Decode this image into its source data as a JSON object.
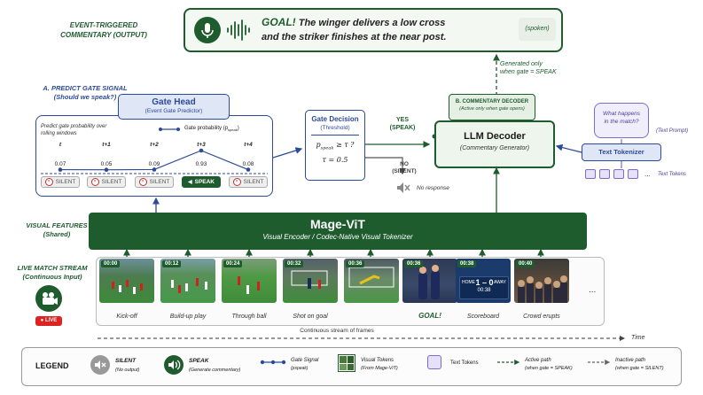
{
  "output_section": {
    "title_line1": "EVENT-TRIGGERED",
    "title_line2": "COMMENTARY (OUTPUT)",
    "goal_word": "GOAL!",
    "commentary_line1": "The winger delivers a low cross",
    "commentary_line2": "and the striker finishes at the near post.",
    "spoken_tag": "(spoken)",
    "generated_note_line1": "Generated only",
    "generated_note_line2": "when gate = SPEAK"
  },
  "gate_section": {
    "title_line1": "A. PREDICT GATE SIGNAL",
    "title_line2": "(Should we speak?)",
    "head_title": "Gate Head",
    "head_subtitle": "(Event Gate Predictor)",
    "predict_note_line1": "Predict gate probability over",
    "predict_note_line2": "rolling windows",
    "legend_label": "Gate probability (p",
    "legend_sub": "speak",
    "steps": [
      {
        "t": "t",
        "p": "0.07",
        "state": "SILENT"
      },
      {
        "t": "t+1",
        "p": "0.05",
        "state": "SILENT"
      },
      {
        "t": "t+2",
        "p": "0.09",
        "state": "SILENT"
      },
      {
        "t": "t+3",
        "p": "0.93",
        "state": "SPEAK"
      },
      {
        "t": "t+4",
        "p": "0.08",
        "state": "SILENT"
      }
    ]
  },
  "decision": {
    "title": "Gate Decision",
    "subtitle": "(Threshold)",
    "formula": "p",
    "formula_sub": "speak",
    "formula_rest": " ≥ τ ?",
    "tau": "τ = 0.5",
    "yes_line1": "YES",
    "yes_line2": "(SPEAK)",
    "no_line1": "NO",
    "no_line2": "(SILENT)",
    "no_response": "No response"
  },
  "decoder": {
    "section_title": "B. COMMENTARY DECODER",
    "section_subtitle": "(Active only when gate opens)",
    "title": "LLM Decoder",
    "subtitle": "(Commentary Generator)"
  },
  "text_prompt": {
    "bubble_line1": "What happens",
    "bubble_line2": "in the match?",
    "prompt_label": "(Text Prompt)",
    "tokenizer": "Text Tokenizer",
    "ellipsis": "...",
    "tokens_label": "Text Tokens"
  },
  "encoder": {
    "title": "Mage-ViT",
    "subtitle": "Visual Encoder / Codec-Native Visual Tokenizer",
    "features_line1": "VISUAL FEATURES",
    "features_line2": "(Shared)"
  },
  "stream": {
    "title_line1": "LIVE MATCH STREAM",
    "title_line2": "(Continuous Input)",
    "live_badge": "● LIVE",
    "frames": [
      {
        "time": "00:00",
        "caption": "Kick-off"
      },
      {
        "time": "00:12",
        "caption": "Build-up play"
      },
      {
        "time": "00:24",
        "caption": "Through ball"
      },
      {
        "time": "00:32",
        "caption": "Shot on goal"
      },
      {
        "time": "00:36",
        "caption": ""
      },
      {
        "time": "00:36",
        "caption": "GOAL!"
      },
      {
        "time": "00:38",
        "caption": "Scoreboard"
      },
      {
        "time": "00:40",
        "caption": "Crowd erupts"
      }
    ],
    "scoreboard_home": "HOME",
    "scoreboard_score": "1 – 0",
    "scoreboard_away": "AWAY",
    "scoreboard_clock": "00:38",
    "more": "...",
    "continuous_label": "Continuous stream of frames",
    "time_label": "Time"
  },
  "legend": {
    "title": "LEGEND",
    "silent": "SILENT",
    "silent_sub": "(No output)",
    "speak": "SPEAK",
    "speak_sub": "(Generate commentary)",
    "gate_signal": "Gate Signal",
    "gate_signal_sub": "(pspeak)",
    "visual_tokens": "Visual Tokens",
    "visual_tokens_sub": "(From Mage-ViT)",
    "text_tokens": "Text Tokens",
    "active_path": "Active path",
    "active_path_sub": "(when gate = SPEAK)",
    "inactive_path": "Inactive path",
    "inactive_path_sub": "(when gate = SILENT)"
  },
  "colors": {
    "dark_green": "#1e5c2e",
    "accent_blue": "#2c4a9a",
    "token_purple": "#7d6cc4"
  }
}
